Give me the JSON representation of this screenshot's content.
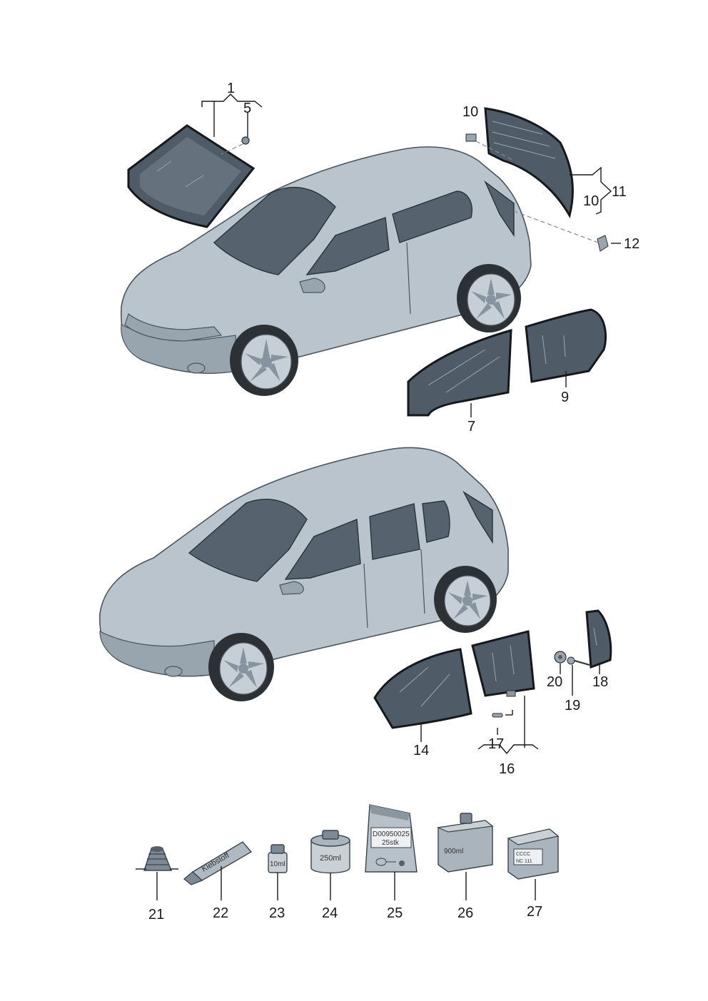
{
  "callouts": {
    "c1": "1",
    "c5": "5",
    "c10a": "10",
    "c10b": "10",
    "c11": "11",
    "c12": "12",
    "c7": "7",
    "c9": "9",
    "c14": "14",
    "c16": "16",
    "c17": "17",
    "c18": "18",
    "c19": "19",
    "c20": "20",
    "c21": "21",
    "c22": "22",
    "c23": "23",
    "c24": "24",
    "c25": "25",
    "c26": "26",
    "c27": "27"
  },
  "product_labels": {
    "tube": "Klebstoff",
    "bottle_small": "10ml",
    "can": "250ml",
    "bag_line1": "D00950025",
    "bag_line2": "25stk",
    "canister": "900ml",
    "box_line1": "CCCC",
    "box_line2": "NC   111"
  },
  "colors": {
    "glass": "#4f5c67",
    "car_body": "#b9c4cc",
    "line": "#1a1a1a"
  },
  "icons": [
    "car-3door",
    "car-5door",
    "windscreen",
    "rear-window",
    "door-window",
    "quarter-window",
    "sealing-ring",
    "adhesive-tube",
    "bottle",
    "can",
    "parts-bag",
    "canister",
    "box"
  ]
}
